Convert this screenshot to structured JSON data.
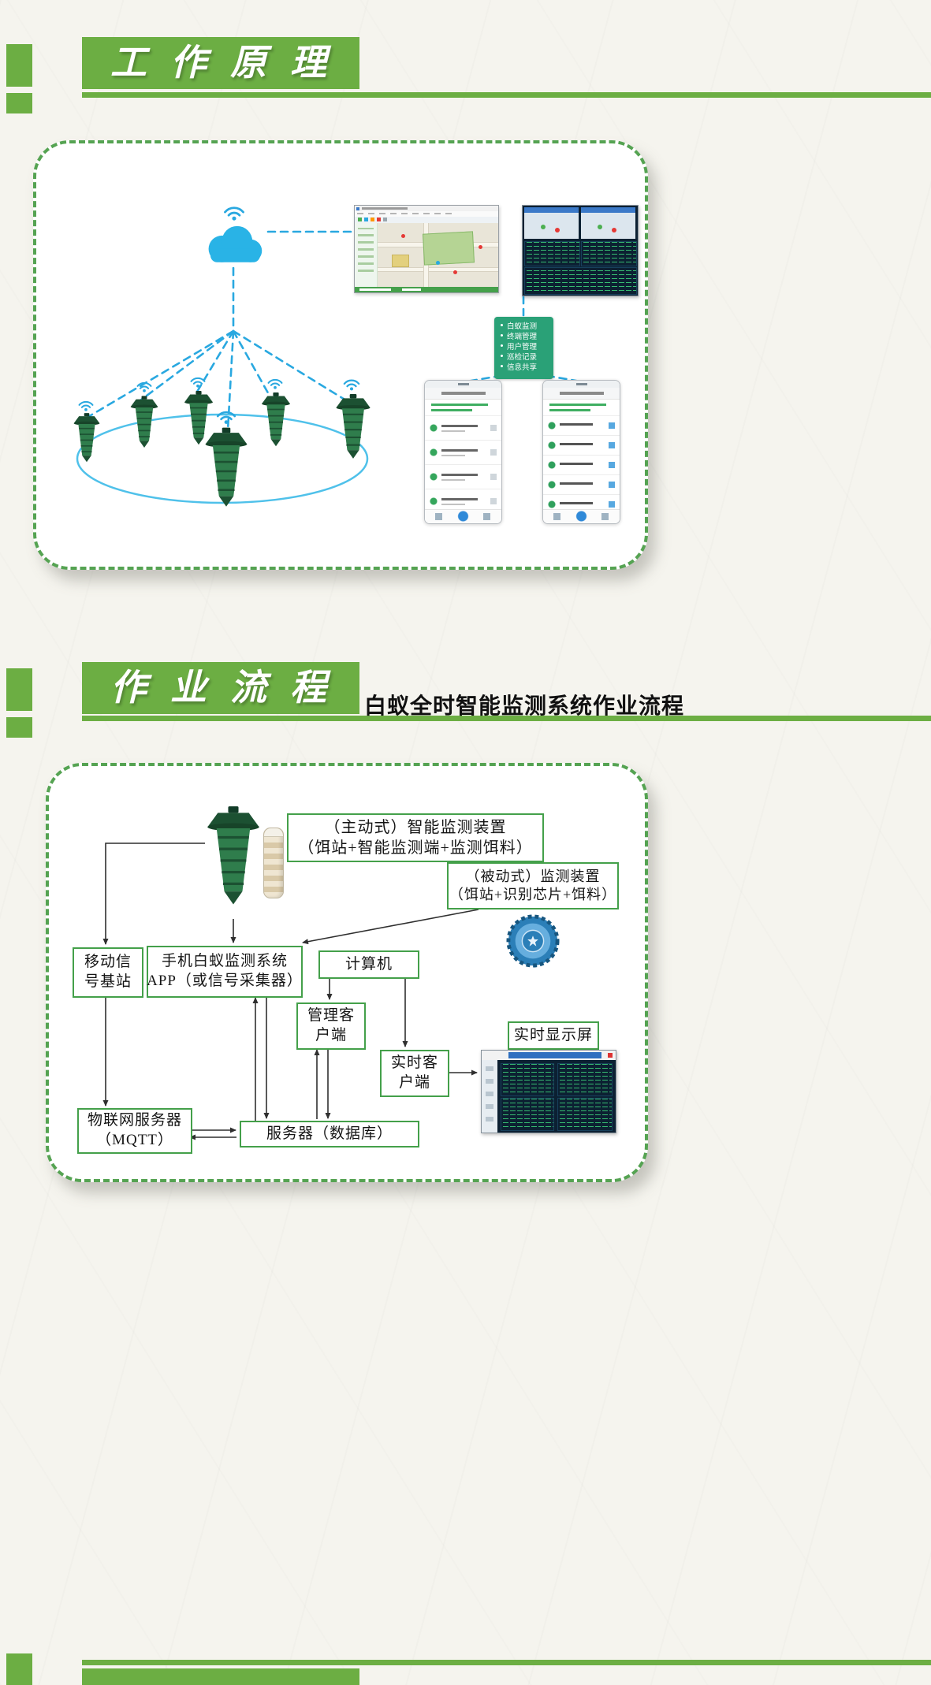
{
  "theme": {
    "accent_green": "#6cae43",
    "panel_border_green": "#55a352",
    "line_blue": "#29a8e0",
    "menu_green": "#2aa177",
    "arrow_color": "#2f2f2f"
  },
  "section1": {
    "title": "工作原理",
    "menu_items": [
      "白蚁监测",
      "终端管理",
      "用户管理",
      "巡检记录",
      "信息共享"
    ]
  },
  "section2": {
    "title": "作业流程",
    "subtitle": "白蚁全时智能监测系统作业流程",
    "nodes": {
      "active1": "（主动式）智能监测装置",
      "active2": "（饵站+智能监测端+监测饵料）",
      "passive1": "（被动式）监测装置",
      "passive2": "（饵站+识别芯片+饵料）",
      "base1": "移动信",
      "base2": "号基站",
      "app1": "手机白蚁监测系统",
      "app2": "APP（或信号采集器）",
      "computer": "计算机",
      "mgmt1": "管理客",
      "mgmt2": "户端",
      "rt1": "实时客",
      "rt2": "户端",
      "display": "实时显示屏",
      "iot1": "物联网服务器",
      "iot2": "（MQTT）",
      "db": "服务器（数据库）"
    }
  }
}
